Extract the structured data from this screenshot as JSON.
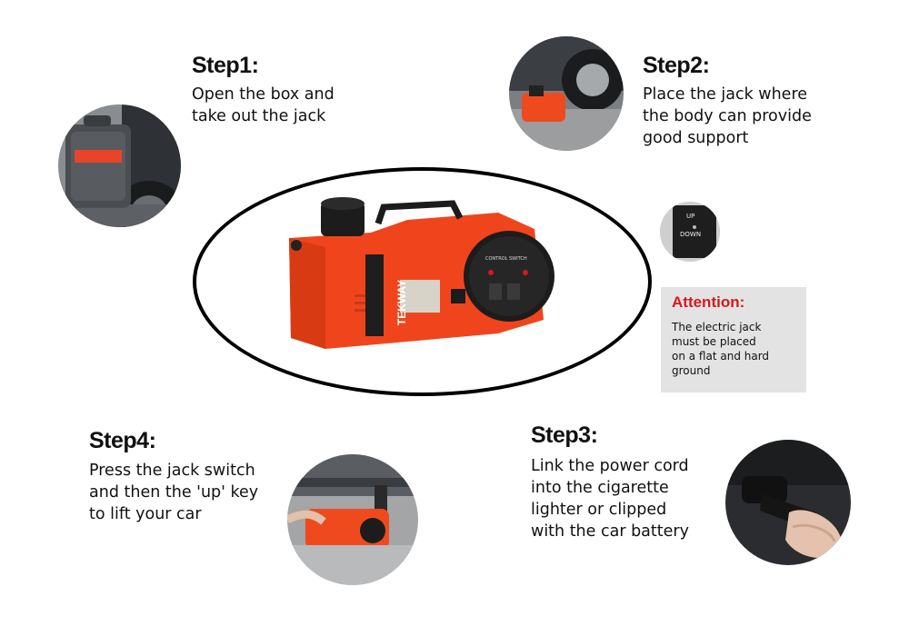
{
  "steps": [
    {
      "title": "Step1:",
      "text": "Open the box and\ntake out the jack"
    },
    {
      "title": "Step2:",
      "text": "Place the jack where\nthe body can provide\n good support"
    },
    {
      "title": "Step3:",
      "text": "Link the power cord\ninto the cigarette\nlighter or clipped\nwith the car battery"
    },
    {
      "title": "Step4:",
      "text": "Press the jack switch\nand then the 'up' key\n to lift your car"
    }
  ],
  "attention": {
    "title": "Attention:",
    "text": "The electric jack\nmust be placed\non a flat and hard\nground"
  },
  "product": {
    "brand": "TEKWAY",
    "panel_label": "CONTROL SWITCH",
    "switch_up": "UP",
    "switch_down": "DOWN"
  },
  "colors": {
    "jack_orange": "#f0451c",
    "jack_dark": "#1c1c1c",
    "attention_red": "#d4191f",
    "attention_bg": "#e3e3e3"
  }
}
